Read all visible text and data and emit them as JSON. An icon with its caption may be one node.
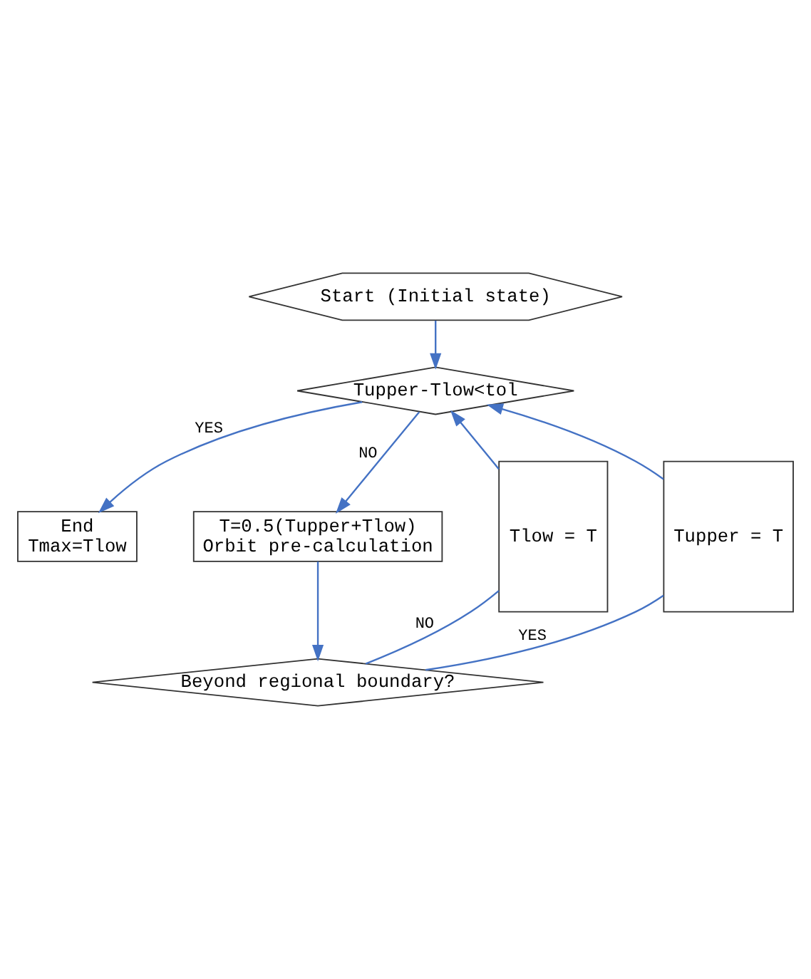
{
  "diagram": {
    "nodes": [
      {
        "text": [
          "Start (Initial state)"
        ]
      },
      {
        "text": [
          "Tupper-Tlow<tol"
        ]
      },
      {
        "text": [
          "End",
          "Tmax=Tlow"
        ]
      },
      {
        "text": [
          "T=0.5(Tupper+Tlow)",
          "Orbit pre-calculation"
        ]
      },
      {
        "text": [
          "Beyond regional boundary?"
        ]
      },
      {
        "text": [
          "Tlow = T"
        ]
      },
      {
        "text": [
          "Tupper = T"
        ]
      }
    ],
    "edges": [
      {
        "from": 0,
        "to": 1,
        "arrow": "to"
      },
      {
        "from": 1,
        "to": 2,
        "arrow": "to",
        "label": "YES"
      },
      {
        "from": 1,
        "to": 3,
        "arrow": "to",
        "label": "NO"
      },
      {
        "from": 3,
        "to": 4,
        "arrow": "to"
      },
      {
        "from": 4,
        "to": 5,
        "arrow": "none",
        "label": "NO"
      },
      {
        "from": 5,
        "to": 1,
        "arrow": "to"
      },
      {
        "from": 4,
        "to": 6,
        "arrow": "none",
        "label": "YES"
      },
      {
        "from": 6,
        "to": 1,
        "arrow": "to"
      }
    ]
  }
}
